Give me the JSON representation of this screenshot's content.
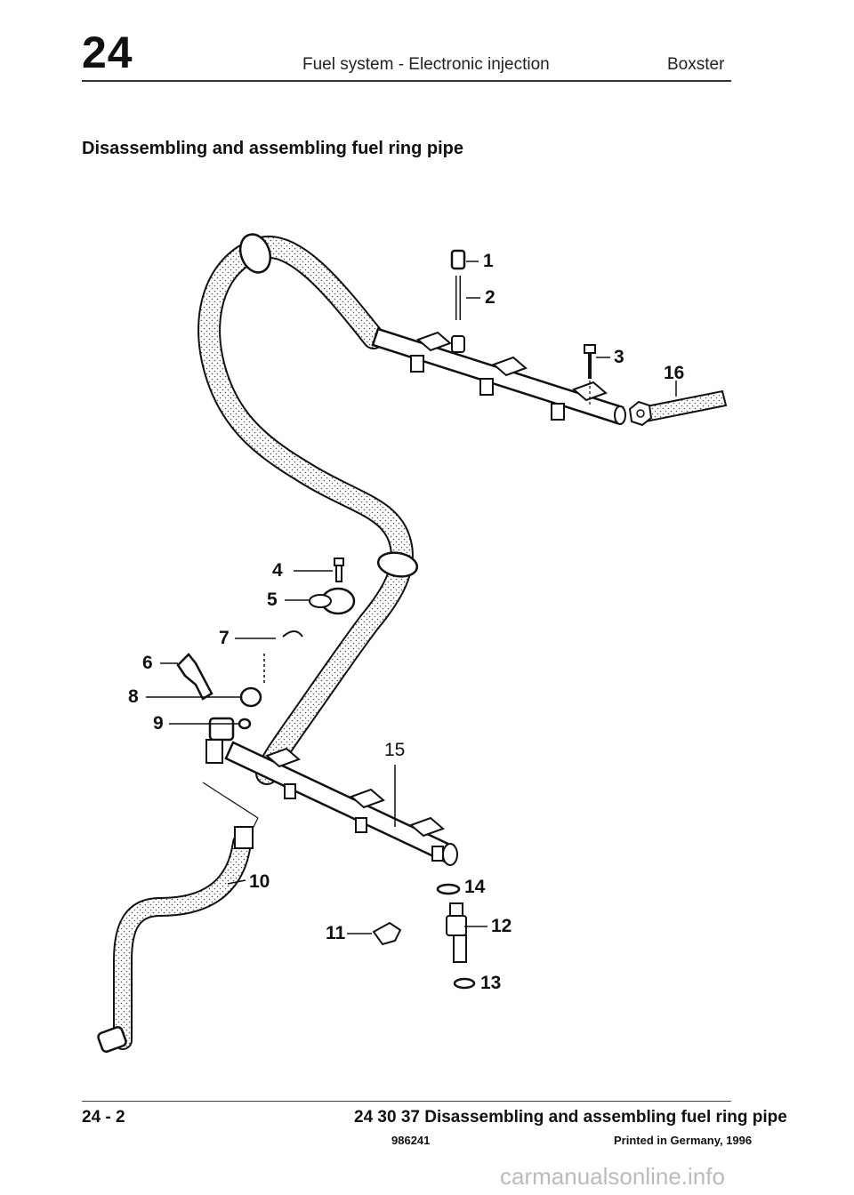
{
  "header": {
    "chapter": "24",
    "title": "Fuel system - Electronic injection",
    "model": "Boxster"
  },
  "section_title": "Disassembling and assembling fuel ring pipe",
  "callouts": [
    "1",
    "2",
    "3",
    "4",
    "5",
    "6",
    "7",
    "8",
    "9",
    "10",
    "11",
    "12",
    "13",
    "14",
    "15",
    "16"
  ],
  "footer": {
    "page": "24 - 2",
    "reference": "24 30 37 Disassembling and assembling fuel ring pipe",
    "doc_code": "986241",
    "printed": "Printed in Germany, 1996"
  },
  "watermark": "carmanualsonline.info"
}
